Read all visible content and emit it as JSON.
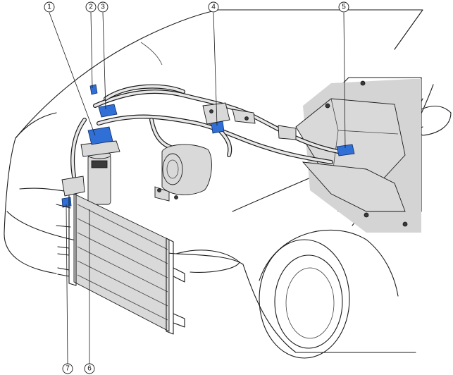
{
  "callouts": [
    {
      "id": "1",
      "label": "1"
    },
    {
      "id": "2",
      "label": "2"
    },
    {
      "id": "3",
      "label": "3"
    },
    {
      "id": "4",
      "label": "4"
    },
    {
      "id": "5",
      "label": "5"
    },
    {
      "id": "6",
      "label": "6"
    },
    {
      "id": "7",
      "label": "7"
    }
  ],
  "colors": {
    "highlight": "#2f6fd6",
    "line": "#1a1a1a",
    "shade": "#d0d0d0",
    "background": "#ffffff"
  }
}
